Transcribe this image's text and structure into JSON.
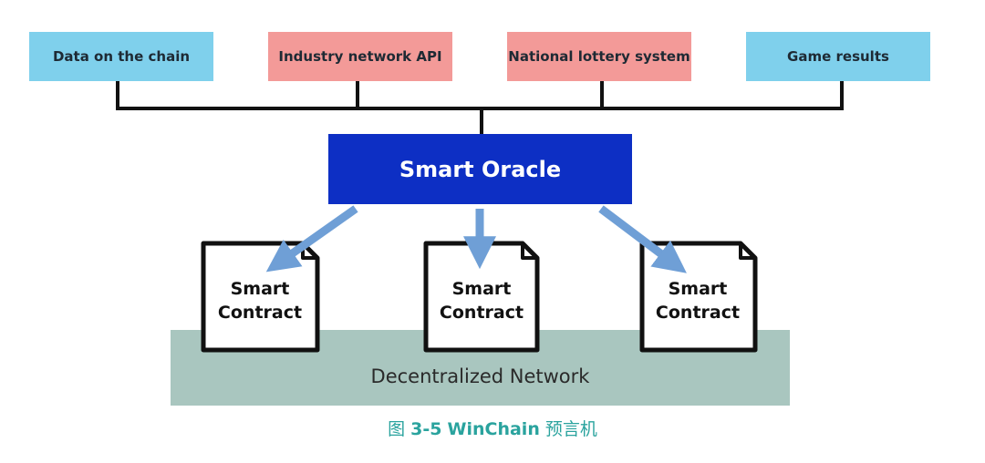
{
  "sources": [
    {
      "label": "Data on the chain",
      "color": "#7fd0ec"
    },
    {
      "label": "Industry network API",
      "color": "#f39a98"
    },
    {
      "label": "National lottery system",
      "color": "#f39a98"
    },
    {
      "label": "Game results",
      "color": "#7fd0ec"
    }
  ],
  "oracle": {
    "label": "Smart Oracle",
    "color": "#0d2fc4"
  },
  "contracts": [
    {
      "line1": "Smart",
      "line2": "Contract"
    },
    {
      "line1": "Smart",
      "line2": "Contract"
    },
    {
      "line1": "Smart",
      "line2": "Contract"
    }
  ],
  "network": {
    "label": "Decentralized Network",
    "color": "#a9c6bf"
  },
  "caption": {
    "prefix": "图 ",
    "number": "3-5",
    "brand": "WinChain",
    "suffix": " 预言机",
    "color": "#2aa39e"
  },
  "colors": {
    "arrow": "#6f9fd6",
    "connector": "#111111"
  }
}
